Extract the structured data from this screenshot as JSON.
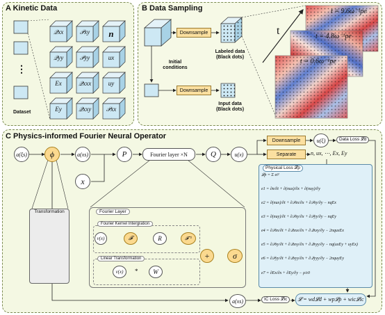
{
  "panel_a": {
    "letter": "A",
    "title": "Kinetic Data",
    "dataset_label": "Dataset",
    "ellipsis": "⋮",
    "cubes": [
      [
        "𝒬xx",
        "𝒫xy",
        "n"
      ],
      [
        "𝒬yy",
        "𝒫yy",
        "ux"
      ],
      [
        "Ex",
        "𝒬xxx",
        "uy"
      ],
      [
        "Ey",
        "𝒬xxy",
        "𝒫xx"
      ]
    ]
  },
  "panel_b": {
    "letter": "B",
    "title": "Data Sampling",
    "downsample": "Downsample",
    "labeled_data": "Labeled data",
    "labeled_data_2": "(Black dots)",
    "initial_conditions": "Initial",
    "initial_conditions_2": "conditions",
    "input_data": "Input data",
    "input_data_2": "(Black dots)",
    "t_axis": "t",
    "time_labels": [
      "t = 9.6ω⁻¹pe",
      "t = 4.8ω⁻¹pe",
      "t = 0.6ω⁻¹pe"
    ]
  },
  "panel_c": {
    "letter": "C",
    "title": "Physics-informed Fourier Neural Operator",
    "nodes": {
      "a_xi": "a(ξs)",
      "phi": "ϕ",
      "a_xs": "a(xs)",
      "x": "x",
      "P": "P",
      "fourier_layer": "Fourier layer ×N",
      "Q": "Q",
      "u_x": "u(x)",
      "u_xi": "u(ξ)",
      "a_xs_bottom": "a(xs)"
    },
    "transformation": "Transformation",
    "fourier_layer_title": "Fourier Layer",
    "fki_title": "Fourier Kernel Intergration",
    "fki_nodes": [
      "v(x)",
      "𝓕",
      "R",
      "𝓕⁻¹"
    ],
    "lt_title": "Linear Transformation",
    "lt_nodes": [
      "v(x)",
      "*",
      "W"
    ],
    "plus": "+",
    "sigma": "σ",
    "downsample": "Downsample",
    "separate": "Separate",
    "data_loss": "Data Loss 𝓛d",
    "separate_out": "n, ux, ⋯, Ex, Ey",
    "physical_loss": "Physical Loss 𝓛p",
    "equations": [
      "𝓛p = Σ ei²",
      "e1 = ∂n/∂t + ∂(nux)/∂x + ∂(nuy)/∂y",
      "e2 = ∂(nux)/∂t + ∂𝒫xx/∂x + ∂𝒫xy/∂y − nqEx",
      "e3 = ∂(nuy)/∂t + ∂𝒫xy/∂x + ∂𝒫yy/∂y − nqEy",
      "e4 = ∂𝒫xx/∂t + ∂𝒬xxx/∂x + ∂𝒬xxy/∂y − 2nquxEx",
      "e5 = ∂𝒫xy/∂t + ∂𝒬xxy/∂x + ∂𝒬xyy/∂y − nq(uxEy + uyEx)",
      "e6 = ∂𝒫yy/∂t + ∂𝒬xyy/∂x + ∂𝒬yyy/∂y − 2nquyEy",
      "e7 = ∂Ex/∂x + ∂Ey/∂y − ρ/ε0"
    ],
    "ic_loss": "IC Loss 𝓛ic",
    "total_loss": "𝓛 = wd𝓛d + wp𝓛p + wic𝓛ic"
  },
  "colors": {
    "panel_bg": "#f4f8e3",
    "orange_box": "#fbe0a0",
    "cube_face": "#cde8f4",
    "physical_loss_bg": "#dff0f8"
  }
}
